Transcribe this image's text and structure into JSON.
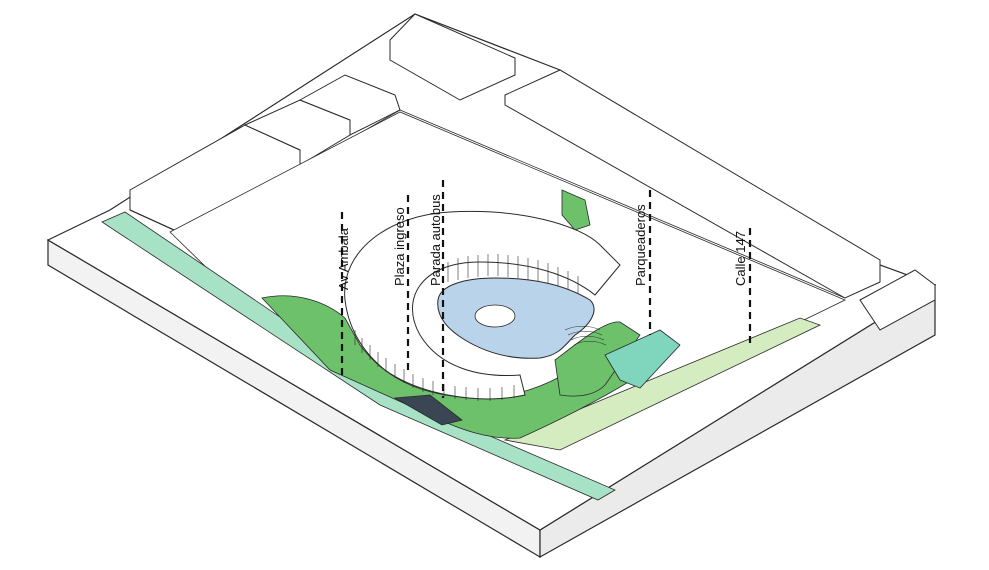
{
  "labels": {
    "av_ambala": "Av Ambala",
    "plaza_ingreso": "Plaza ingreso",
    "parada_autobus": "Parada autobus",
    "parqueaderos": "Parqueaderos",
    "calle_147": "Calle 147"
  },
  "colors": {
    "green": "#6cc16a",
    "teal_strip": "#a8e2c6",
    "light_green_strip": "#d4ecc0",
    "water": "#b8d3ea",
    "parking": "#7fd6bd",
    "bus_stop": "#3a4654",
    "outline": "#2a2a2a",
    "block_top": "#ffffff",
    "block_side": "#f2f2f2"
  }
}
